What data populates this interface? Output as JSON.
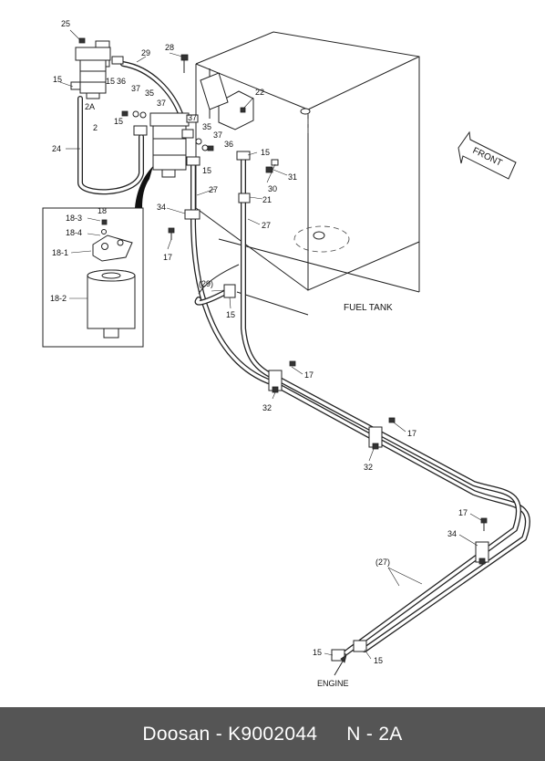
{
  "diagram": {
    "labels": {
      "tank": "FUEL TANK",
      "front": "FRONT",
      "engine": "ENGINE"
    },
    "callouts": {
      "c25": "25",
      "c29": "29",
      "c28": "28",
      "c15a": "15",
      "c15b": "15",
      "c2a": "2A",
      "c2": "2",
      "c36a": "36",
      "c37a": "37",
      "c35a": "35",
      "c37b": "37",
      "c22": "22",
      "c15c": "15",
      "c37c": "37",
      "c35b": "35",
      "c37d": "37",
      "c36b": "36",
      "c15d": "15",
      "c24": "24",
      "c15e": "15",
      "c31": "31",
      "c30": "30",
      "c27a": "27",
      "c21": "21",
      "c34a": "34",
      "c27b": "27",
      "c17a": "17",
      "c29p": "(29)",
      "c15f": "15",
      "c17b": "17",
      "c32a": "32",
      "c17c": "17",
      "c32b": "32",
      "c17d": "17",
      "c34b": "34",
      "c27p": "(27)",
      "c15g": "15",
      "c15h": "15"
    },
    "inset": {
      "title": "18",
      "p183": "18-3",
      "p184": "18-4",
      "p181": "18-1",
      "p182": "18-2"
    }
  },
  "footer": {
    "brand": "Doosan",
    "dash": "-",
    "part_number": "K9002044",
    "code": "N - 2A"
  }
}
